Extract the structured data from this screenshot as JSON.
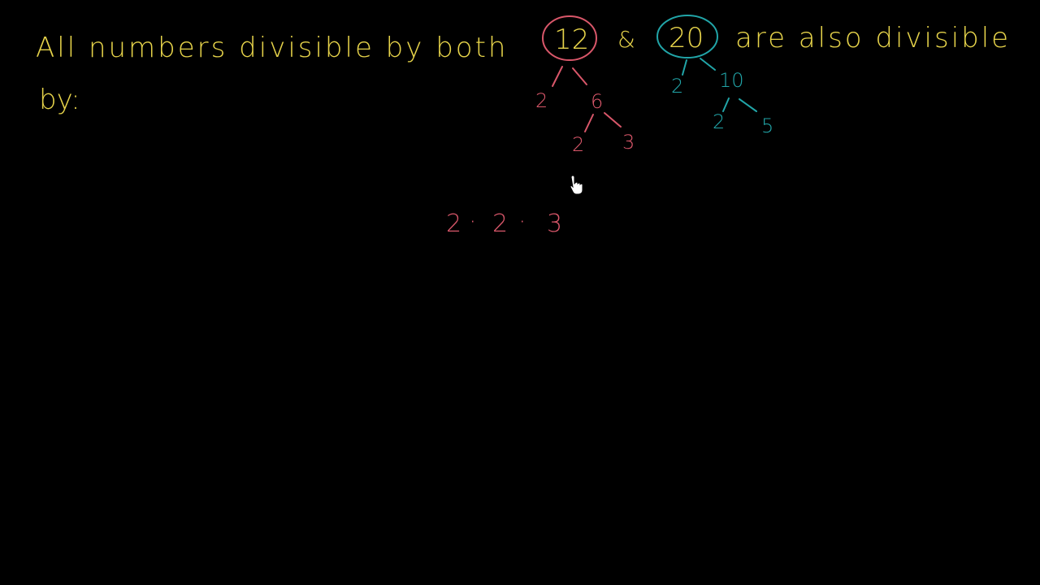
{
  "colors": {
    "background": "#000000",
    "yellow": "#e6d34a",
    "red": "#d9576a",
    "teal": "#21a5a8"
  },
  "statement": {
    "line1_start": "All numbers divisible by both",
    "n1": "12",
    "amp": "&",
    "n2": "20",
    "line1_end": "are also divisible",
    "line2": "by:"
  },
  "tree_12": {
    "left": "2",
    "mid": "6",
    "leaf_a": "2",
    "leaf_b": "3"
  },
  "tree_20": {
    "left": "2",
    "mid": "10",
    "leaf_a": "2",
    "leaf_b": "5"
  },
  "product": {
    "a": "2",
    "dot1": "·",
    "b": "2",
    "dot2": "·",
    "c": "3"
  },
  "cursor_icon": "hand-pointer-icon"
}
